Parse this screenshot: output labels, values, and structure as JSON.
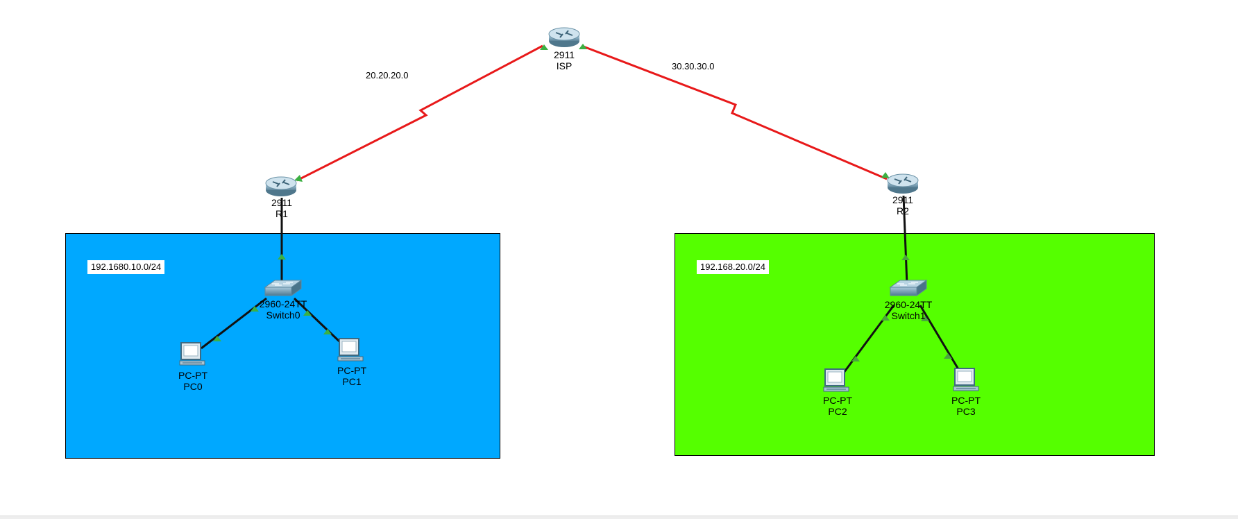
{
  "topology": {
    "areas": [
      {
        "id": "area-left",
        "label": "192.1680.10.0/24",
        "color": "#00a8ff"
      },
      {
        "id": "area-right",
        "label": "192.168.20.0/24",
        "color": "#55ff00"
      }
    ],
    "network_labels": {
      "isp_r1": "20.20.20.0",
      "isp_r2": "30.30.30.0"
    },
    "devices": {
      "isp": {
        "model": "2911",
        "name": "ISP",
        "icon": "router-icon"
      },
      "r1": {
        "model": "2911",
        "name": "R1",
        "icon": "router-icon"
      },
      "r2": {
        "model": "2911",
        "name": "R2",
        "icon": "router-icon"
      },
      "switch0": {
        "model": "2960-24TT",
        "name": "Switch0",
        "icon": "switch-icon"
      },
      "switch1": {
        "model": "2960-24TT",
        "name": "Switch1",
        "icon": "switch-icon"
      },
      "pc0": {
        "model": "PC-PT",
        "name": "PC0",
        "icon": "pc-icon"
      },
      "pc1": {
        "model": "PC-PT",
        "name": "PC1",
        "icon": "pc-icon"
      },
      "pc2": {
        "model": "PC-PT",
        "name": "PC2",
        "icon": "pc-icon"
      },
      "pc3": {
        "model": "PC-PT",
        "name": "PC3",
        "icon": "pc-icon"
      }
    },
    "colors": {
      "serial_link": "#e8191a",
      "ethernet_link": "#111111",
      "link_up": "#3cb043"
    }
  }
}
